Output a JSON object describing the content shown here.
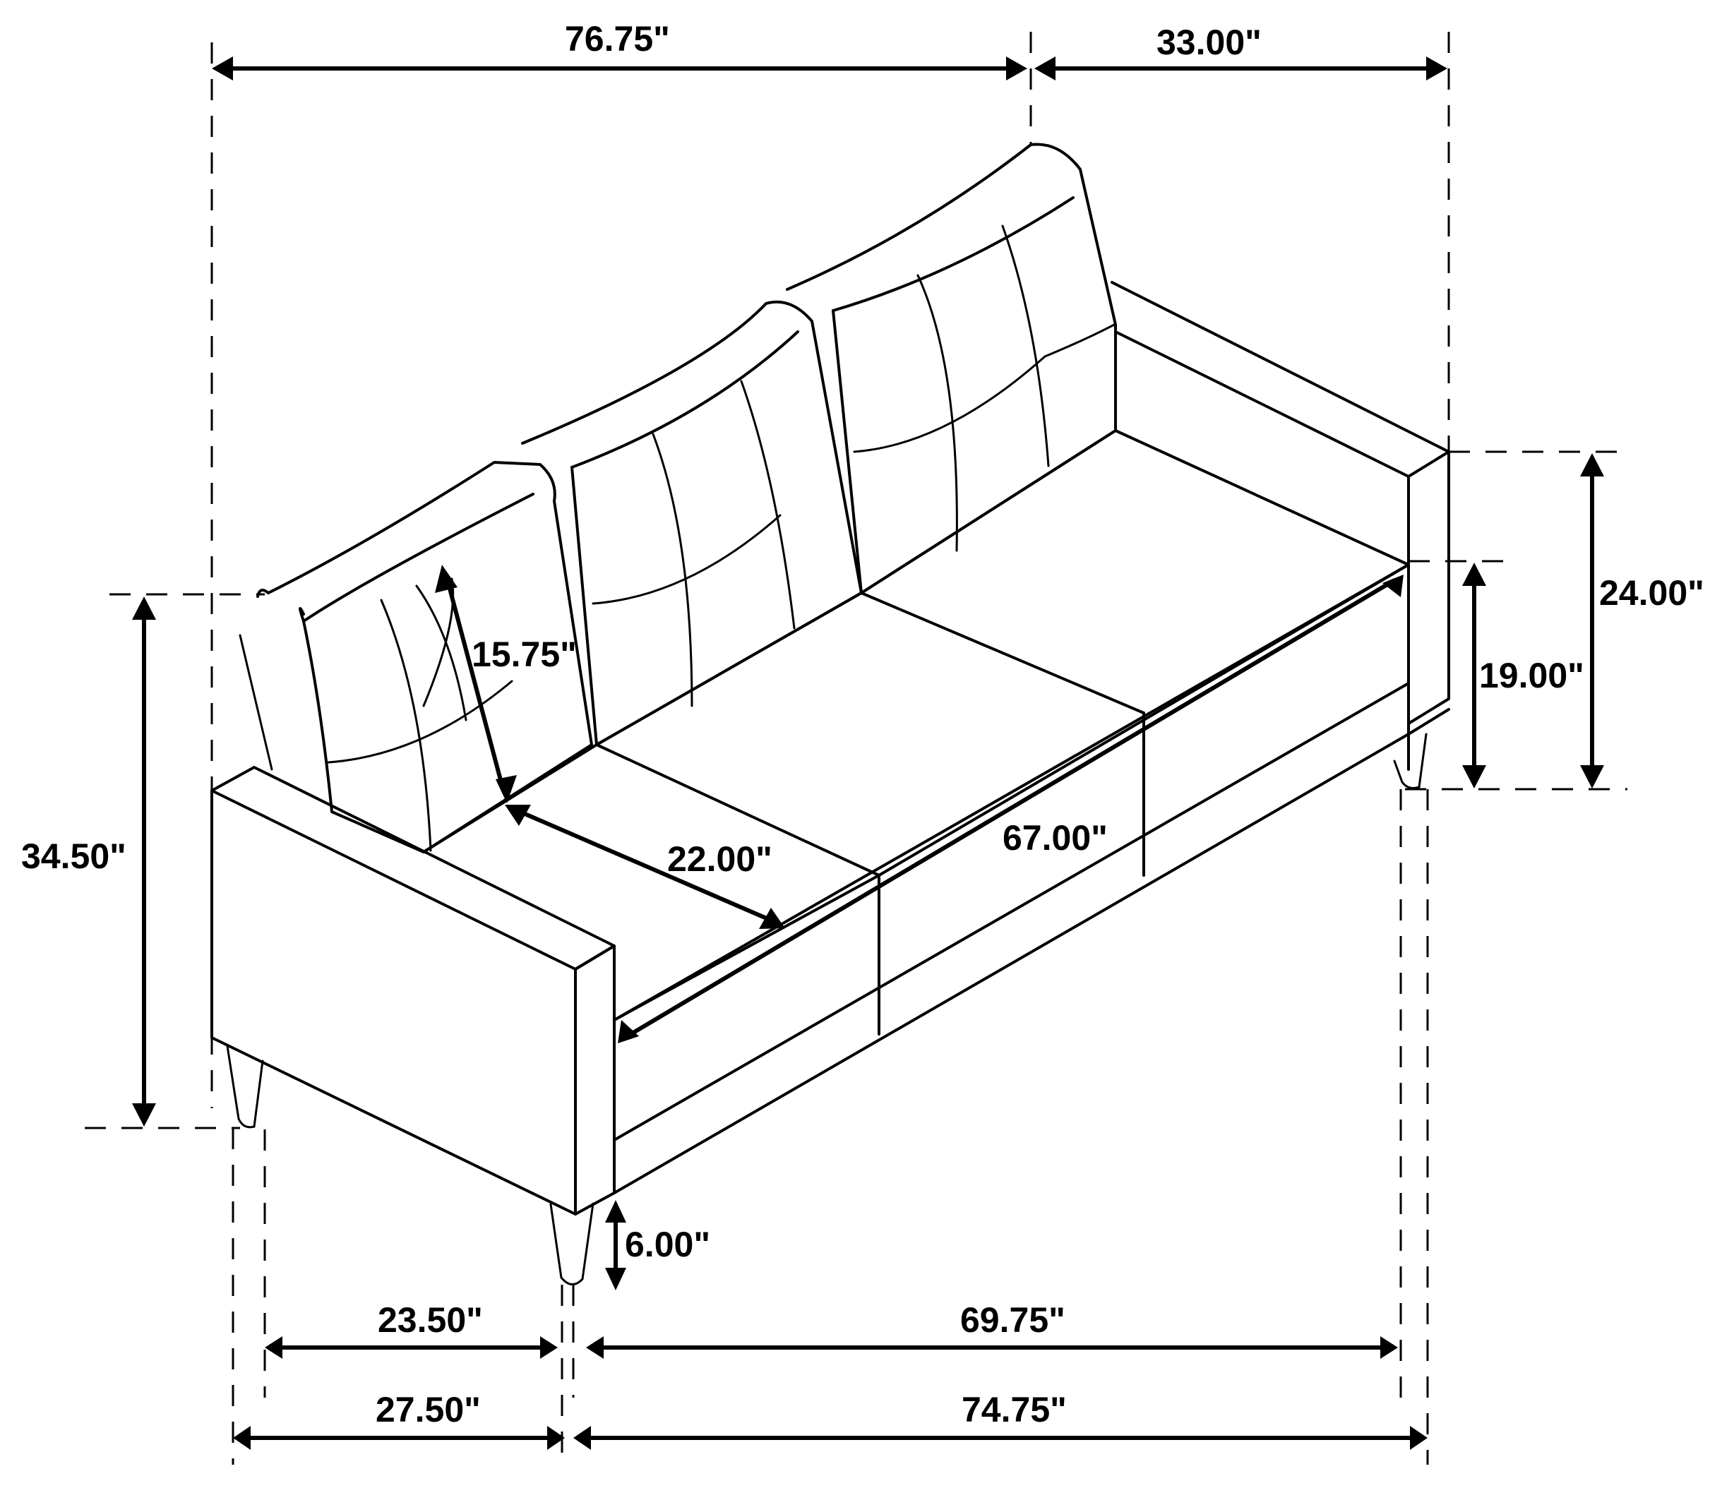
{
  "diagram": {
    "subject": "Three-seat sofa dimension drawing",
    "line_color": "#000000",
    "background": "#ffffff",
    "dimensions": {
      "overall_width": "76.75\"",
      "overall_depth": "33.00\"",
      "overall_height": "34.50\"",
      "arm_height": "24.00\"",
      "seat_height": "19.00\"",
      "back_height": "15.75\"",
      "seat_depth": "22.00\"",
      "seat_width": "67.00\"",
      "leg_height": "6.00\"",
      "inner_leg_depth": "23.50\"",
      "inner_leg_width": "69.75\"",
      "outer_leg_depth": "27.50\"",
      "outer_leg_width": "74.75\""
    }
  }
}
